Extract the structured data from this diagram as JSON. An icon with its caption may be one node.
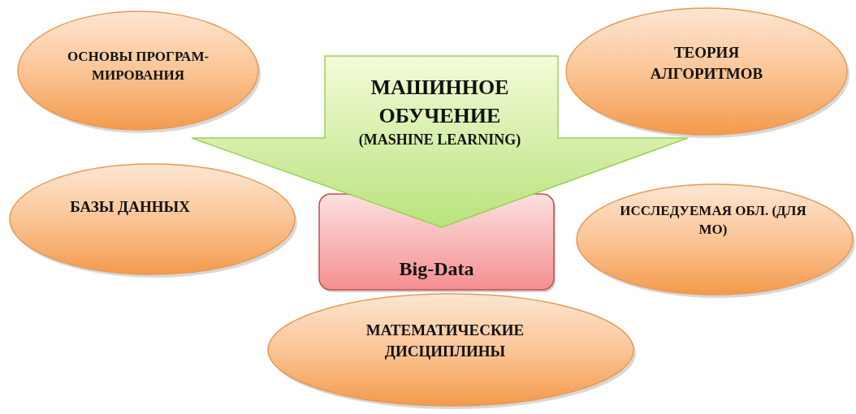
{
  "diagram": {
    "nodes": [
      {
        "text": [
          "ОСНОВЫ ПРОГРАМ- МИРОВАНИЯ"
        ]
      },
      {
        "text": [
          "МАШИННОЕ ОБУЧЕНИЕ",
          "(MASHINE LEARNING)"
        ]
      },
      {
        "text": [
          "ТЕОРИЯ АЛГОРИТМОВ"
        ]
      },
      {
        "text": [
          "БАЗЫ ДАННЫХ"
        ]
      },
      {
        "text": [
          "Big-Data"
        ]
      },
      {
        "text": [
          "ИССЛЕДУЕМАЯ ОБЛ. (ДЛЯ МО)"
        ]
      },
      {
        "text": [
          "МАТЕМАТИЧЕСКИЕ ДИСЦИПЛИНЫ"
        ]
      }
    ],
    "edges": []
  }
}
